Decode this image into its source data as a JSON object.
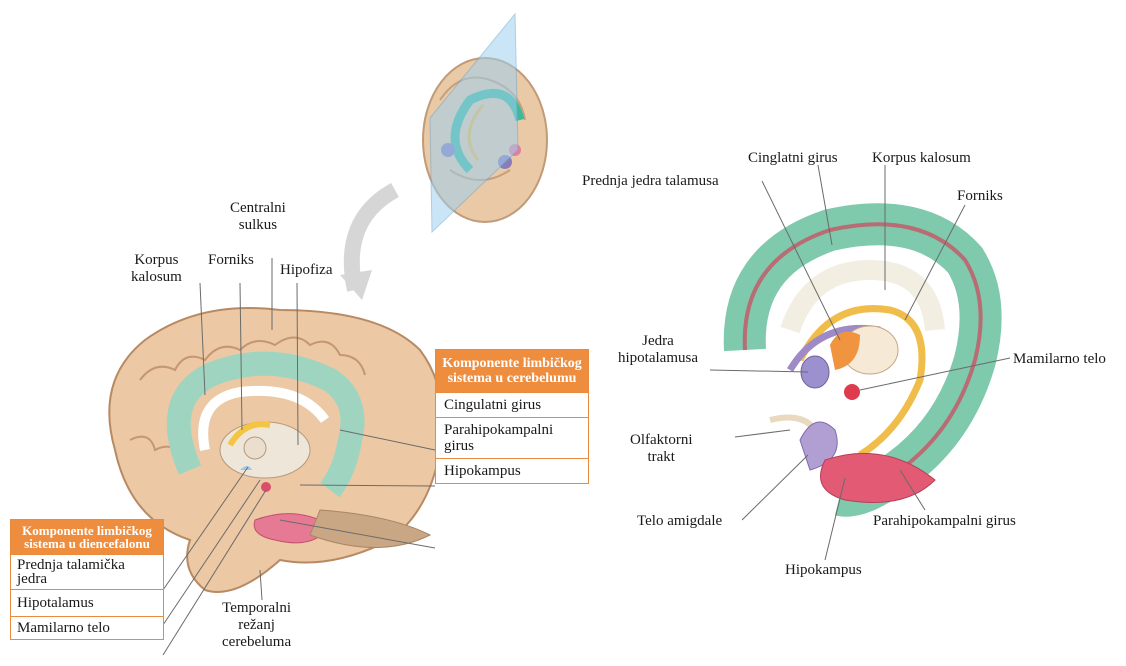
{
  "left_labels": {
    "centralni_sulkus": "Centralni\nsulkus",
    "korpus_kalosum": "Korpus\nkalosum",
    "forniks": "Forniks",
    "hipofiza": "Hipofiza",
    "temporalni": "Temporalni\nrežanj\ncerebeluma"
  },
  "box_cerebellum": {
    "title": "Komponente limbičkog sistema u cerebelumu",
    "items": [
      "Cingulatni girus",
      "Parahipokampalni girus",
      "Hipokampus"
    ]
  },
  "box_diencephalon": {
    "title": "Komponente limbičkog sistema u diencefalonu",
    "items": [
      "Prednja talamička jedra",
      "Hipotalamus",
      "Mamilarno telo"
    ]
  },
  "right_labels": {
    "cinglatni": "Cinglatni girus",
    "korpus": "Korpus kalosum",
    "prednja": "Prednja jedra talamusa",
    "forniks": "Forniks",
    "jedra_hip": "Jedra\nhipotalamusa",
    "mamilarno": "Mamilarno telo",
    "olfaktorni": "Olfaktorni\ntrakt",
    "telo_amig": "Telo amigdale",
    "parahip": "Parahipokampalni girus",
    "hipokampus": "Hipokampus"
  }
}
